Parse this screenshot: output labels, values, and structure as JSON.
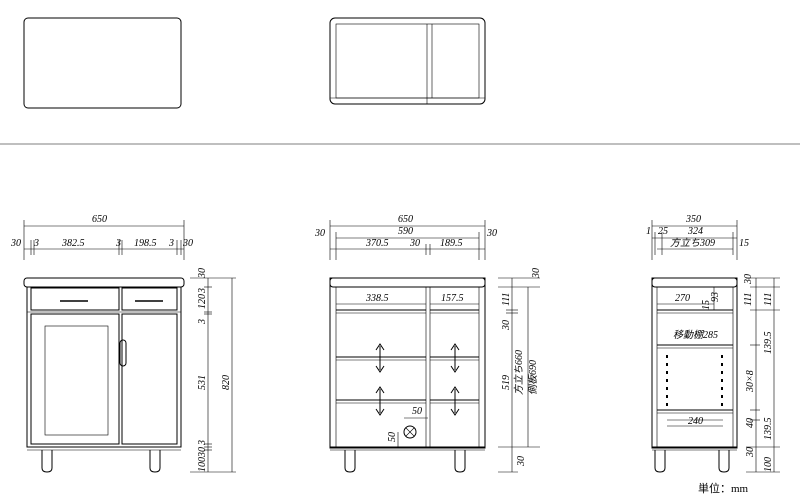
{
  "unit_label": "単位：mm",
  "front": {
    "total_width": "650",
    "w_left": "30",
    "w_3a": "3",
    "w_main": "382.5",
    "w_3b": "3",
    "w_door": "198.5",
    "w_3c": "3",
    "w_right": "30",
    "h_top": "30",
    "h_3a": "3",
    "h_drawer": "120",
    "h_3b": "3",
    "h_door": "531",
    "h_3c": "3",
    "h_base": "30",
    "h_leg": "100",
    "h_total": "820"
  },
  "inner": {
    "total_width": "650",
    "inner_width": "590",
    "w_left": "30",
    "w_main": "370.5",
    "w_mid": "30",
    "w_side": "189.5",
    "w_right": "30",
    "open_left": "338.5",
    "open_right": "157.5",
    "h_top": "30",
    "h_111": "111",
    "h_30": "30",
    "h_519": "519",
    "h_base": "30",
    "upright_label": "方立ち660",
    "sideboard_label": "側板690",
    "hole_a": "50",
    "hole_b": "50"
  },
  "side": {
    "total_depth": "350",
    "d_1": "1",
    "d_25": "25",
    "d_324": "324",
    "d_15": "15",
    "upright_309": "方立ち309",
    "w_270": "270",
    "w_15": "15",
    "w_93": "93",
    "shelf_label": "移動棚285",
    "w_240": "240",
    "h_top": "30",
    "h_111": "111",
    "h_1395a": "139.5",
    "h_30x8": "30×8",
    "h_40": "40",
    "h_1395b": "139.5",
    "h_base": "30",
    "h_leg": "100"
  }
}
